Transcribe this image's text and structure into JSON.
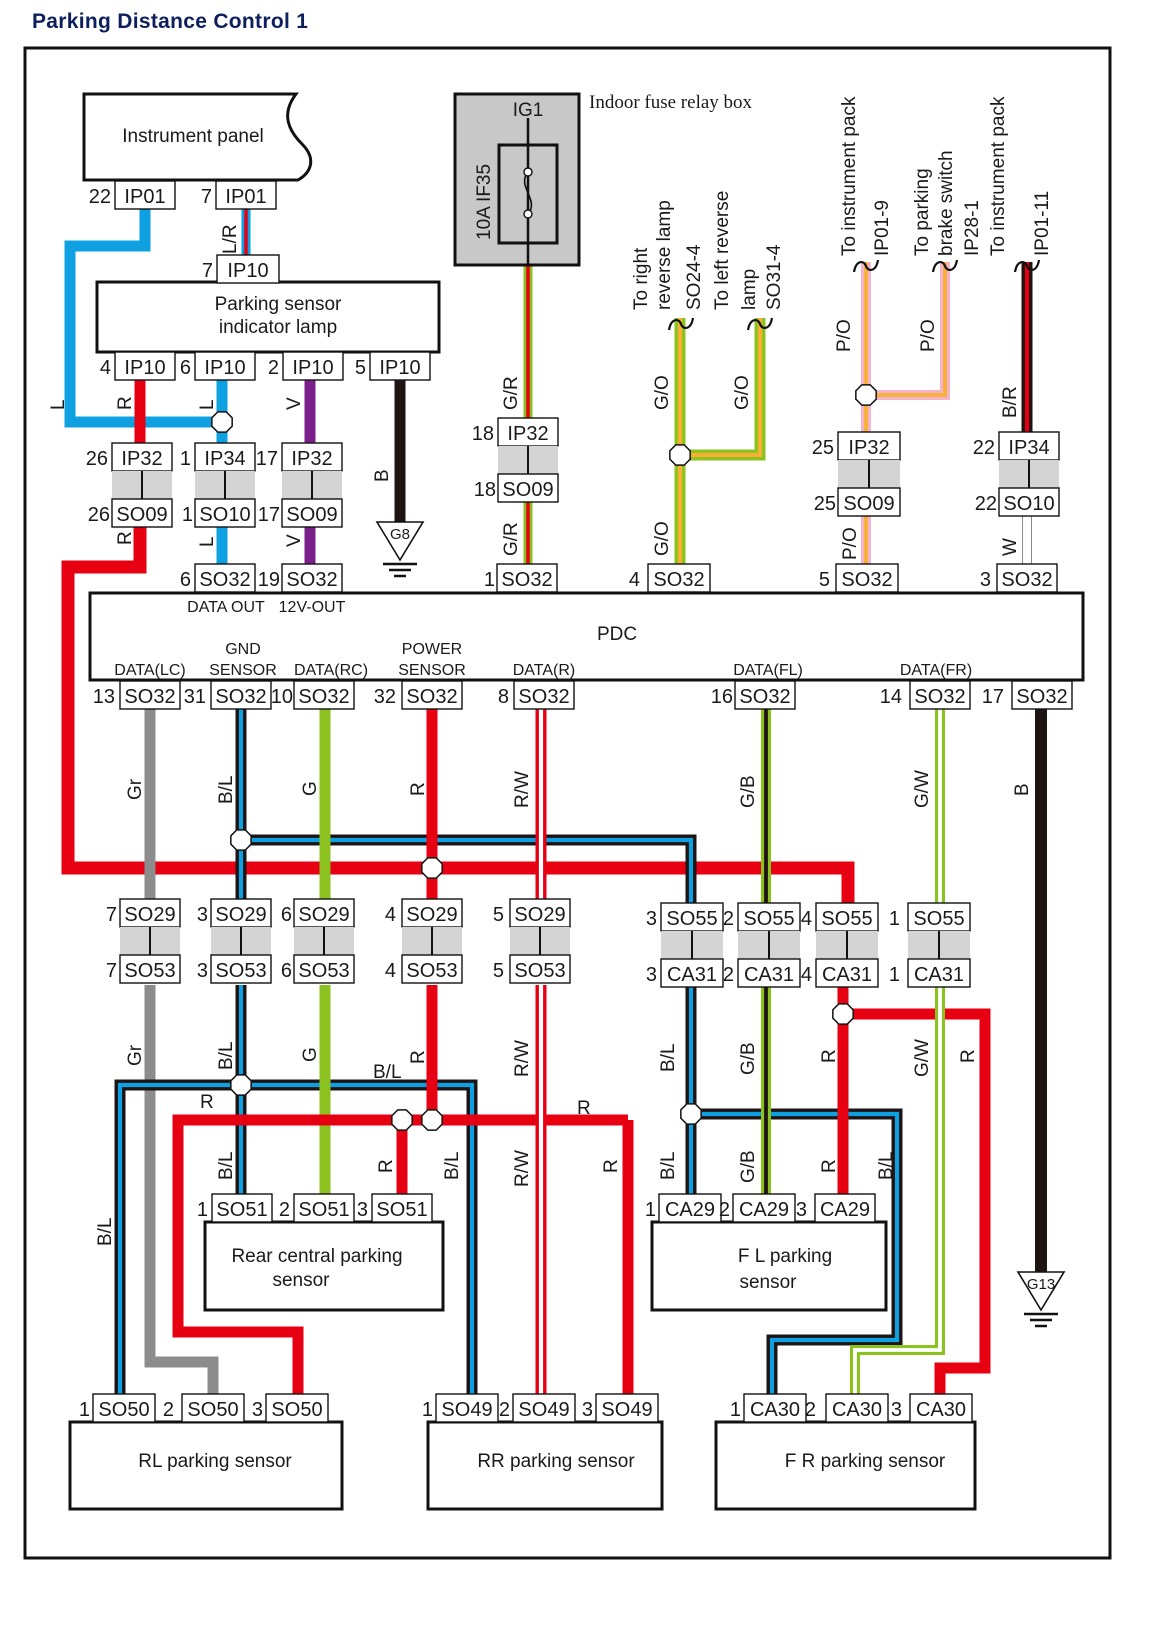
{
  "title": "Parking Distance Control  1",
  "colors": {
    "L": "#0ea0e0",
    "R": "#e60012",
    "G": "#8cc21f",
    "O": "#f6b134",
    "P": "#f4b3c8",
    "B": "#1e1414",
    "V": "#7b1f8a",
    "Gr": "#8c8c8c",
    "W": "#ffffff",
    "connector_gap": "#d4d4d4",
    "fuse_box": "#c8c8c8",
    "frame": "#111111"
  },
  "components": {
    "instrument_panel": "Instrument panel",
    "indicator_lamp": [
      "Parking sensor",
      "indicator lamp"
    ],
    "fuse_box_label": "Indoor fuse relay box",
    "fuse_ig": "IG1",
    "fuse_name": "10A  IF35",
    "pdc": "PDC",
    "rear_central": [
      "Rear central parking",
      "sensor"
    ],
    "fl_sensor": [
      "F L parking",
      "sensor"
    ],
    "rl_sensor": "RL  parking sensor",
    "rr_sensor": "RR  parking sensor",
    "fr_sensor": "F R   parking   sensor",
    "ground_g8": "G8",
    "ground_g13": "G13"
  },
  "pdc_pin_labels": {
    "top": [
      "DATA OUT",
      "12V-OUT"
    ],
    "bottom": [
      {
        "text": [
          "DATA(LC)"
        ]
      },
      {
        "text": [
          "GND",
          "SENSOR"
        ]
      },
      {
        "text": [
          "DATA(RC)"
        ]
      },
      {
        "text": [
          "POWER",
          "SENSOR"
        ]
      },
      {
        "text": [
          "DATA(R)"
        ]
      },
      {
        "text": [
          "DATA(FL)"
        ]
      },
      {
        "text": [
          "DATA(FR)"
        ]
      }
    ]
  },
  "external_refs": [
    {
      "lines": [
        "To right",
        "reverse lamp",
        "SO24-4"
      ]
    },
    {
      "lines": [
        "To left reverse",
        "lamp",
        "SO31-4"
      ]
    },
    {
      "lines": [
        "To instrument pack",
        "IP01-9"
      ]
    },
    {
      "lines": [
        "To parking",
        "brake switch",
        "IP28-1"
      ]
    },
    {
      "lines": [
        "To instrument pack",
        "IP01-11"
      ]
    }
  ],
  "connectors": [
    {
      "pin": "22",
      "name": "IP01"
    },
    {
      "pin": "7",
      "name": "IP01"
    },
    {
      "pin": "7",
      "name": "IP10"
    },
    {
      "pin": "4",
      "name": "IP10"
    },
    {
      "pin": "6",
      "name": "IP10"
    },
    {
      "pin": "2",
      "name": "IP10"
    },
    {
      "pin": "5",
      "name": "IP10"
    },
    {
      "pin": "26",
      "name": "IP32"
    },
    {
      "pin": "1",
      "name": "IP34"
    },
    {
      "pin": "17",
      "name": "IP32"
    },
    {
      "pin": "26",
      "name": "SO09"
    },
    {
      "pin": "1",
      "name": "SO10"
    },
    {
      "pin": "17",
      "name": "SO09"
    },
    {
      "pin": "6",
      "name": "SO32"
    },
    {
      "pin": "19",
      "name": "SO32"
    },
    {
      "pin": "18",
      "name": "IP32"
    },
    {
      "pin": "18",
      "name": "SO09"
    },
    {
      "pin": "1",
      "name": "SO32"
    },
    {
      "pin": "4",
      "name": "SO32"
    },
    {
      "pin": "25",
      "name": "IP32"
    },
    {
      "pin": "25",
      "name": "SO09"
    },
    {
      "pin": "5",
      "name": "SO32"
    },
    {
      "pin": "22",
      "name": "IP34"
    },
    {
      "pin": "22",
      "name": "SO10"
    },
    {
      "pin": "3",
      "name": "SO32"
    },
    {
      "pin": "13",
      "name": "SO32"
    },
    {
      "pin": "31",
      "name": "SO32"
    },
    {
      "pin": "10",
      "name": "SO32"
    },
    {
      "pin": "32",
      "name": "SO32"
    },
    {
      "pin": "8",
      "name": "SO32"
    },
    {
      "pin": "16",
      "name": "SO32"
    },
    {
      "pin": "14",
      "name": "SO32"
    },
    {
      "pin": "17",
      "name": "SO32"
    },
    {
      "pin": "7",
      "name": "SO29"
    },
    {
      "pin": "3",
      "name": "SO29"
    },
    {
      "pin": "6",
      "name": "SO29"
    },
    {
      "pin": "4",
      "name": "SO29"
    },
    {
      "pin": "5",
      "name": "SO29"
    },
    {
      "pin": "7",
      "name": "SO53"
    },
    {
      "pin": "3",
      "name": "SO53"
    },
    {
      "pin": "6",
      "name": "SO53"
    },
    {
      "pin": "4",
      "name": "SO53"
    },
    {
      "pin": "5",
      "name": "SO53"
    },
    {
      "pin": "3",
      "name": "SO55"
    },
    {
      "pin": "2",
      "name": "SO55"
    },
    {
      "pin": "4",
      "name": "SO55"
    },
    {
      "pin": "1",
      "name": "SO55"
    },
    {
      "pin": "3",
      "name": "CA31"
    },
    {
      "pin": "2",
      "name": "CA31"
    },
    {
      "pin": "4",
      "name": "CA31"
    },
    {
      "pin": "1",
      "name": "CA31"
    },
    {
      "pin": "1",
      "name": "SO51"
    },
    {
      "pin": "2",
      "name": "SO51"
    },
    {
      "pin": "3",
      "name": "SO51"
    },
    {
      "pin": "1",
      "name": "CA29"
    },
    {
      "pin": "2",
      "name": "CA29"
    },
    {
      "pin": "3",
      "name": "CA29"
    },
    {
      "pin": "1",
      "name": "SO50"
    },
    {
      "pin": "2",
      "name": "SO50"
    },
    {
      "pin": "3",
      "name": "SO50"
    },
    {
      "pin": "1",
      "name": "SO49"
    },
    {
      "pin": "2",
      "name": "SO49"
    },
    {
      "pin": "3",
      "name": "SO49"
    },
    {
      "pin": "1",
      "name": "CA30"
    },
    {
      "pin": "2",
      "name": "CA30"
    },
    {
      "pin": "3",
      "name": "CA30"
    }
  ],
  "wire_labels": [
    "L/R",
    "L",
    "R",
    "L",
    "V",
    "B",
    "R",
    "L",
    "V",
    "G/R",
    "G/R",
    "G/O",
    "G/O",
    "G/O",
    "P/O",
    "P/O",
    "P/O",
    "B/R",
    "W",
    "Gr",
    "B/L",
    "G",
    "R",
    "R/W",
    "G/B",
    "G/W",
    "B",
    "Gr",
    "B/L",
    "G",
    "R",
    "B/L",
    "R",
    "R/W",
    "R",
    "B/L",
    "R",
    "B/L",
    "R/W",
    "R",
    "B/L",
    "G/B",
    "R",
    "G/W",
    "R",
    "B/L",
    "G/B",
    "R",
    "B/L",
    "B/L"
  ]
}
